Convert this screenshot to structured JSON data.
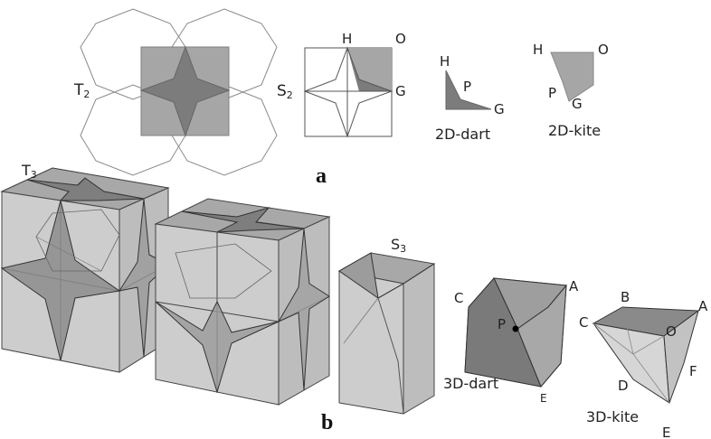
{
  "figure": {
    "panels": {
      "a": "a",
      "b": "b"
    },
    "top_row": {
      "t2": {
        "main": "T",
        "sub": "2"
      },
      "s2": {
        "main": "S",
        "sub": "2"
      },
      "s2_vertices": {
        "h": "H",
        "o": "O",
        "g": "G"
      },
      "dart2d": {
        "h": "H",
        "p": "P",
        "g": "G",
        "caption": "2D-dart"
      },
      "kite2d": {
        "h": "H",
        "o": "O",
        "p": "P",
        "g": "G",
        "caption": "2D-kite"
      }
    },
    "bottom_row": {
      "t3": {
        "main": "T",
        "sub": "3"
      },
      "s3": {
        "main": "S",
        "sub": "3"
      },
      "dart3d": {
        "c": "C",
        "a": "A",
        "p": "P",
        "e": "E",
        "caption": "3D-dart"
      },
      "kite3d": {
        "b": "B",
        "c": "C",
        "a": "A",
        "o": "O",
        "d": "D",
        "f": "F",
        "e": "E",
        "caption": "3D-kite"
      }
    },
    "colors": {
      "outline": "#8a8a8a",
      "square_fill": "#a6a6a6",
      "star_fill": "#7c7c7c",
      "cube_face": "#cfcfcf",
      "cube_dark": "#8c8c8c",
      "edge": "#3a3a3a"
    }
  }
}
